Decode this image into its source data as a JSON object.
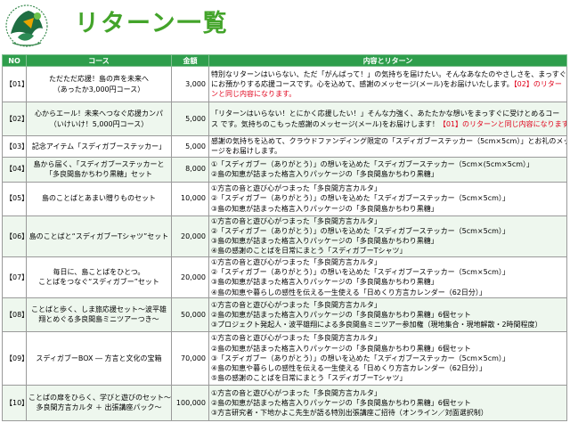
{
  "header": {
    "title": "リターン一覧"
  },
  "table": {
    "columns": [
      "NO",
      "コース",
      "金額",
      "内容とリターン"
    ],
    "rows": [
      {
        "no": "【01】",
        "course": [
          "ただただ応援！島の声を未来へ",
          "（あったか3,000円コース）"
        ],
        "price": "3,000",
        "content": [
          [
            {
              "t": "特別なリターンはいらない、ただ「がんばって！」の気持ちを届けたい。そんなあなたのやさしさを、まっすぐ"
            }
          ],
          [
            {
              "t": "にお預かりする応援コースです。心を込めて、感謝のメッセージ(メール)をお届けいたします。"
            },
            {
              "t": "【02】のリター",
              "red": true
            }
          ],
          [
            {
              "t": "ンと同じ内容になります。",
              "red": true
            }
          ]
        ]
      },
      {
        "no": "【02】",
        "course": [
          "心からエール！未来へつなぐ応援カンパ",
          "（いけいけ！5,000円コース）"
        ],
        "price": "5,000",
        "content": [
          [
            {
              "t": "「リターンはいらない！とにかく応援したい！」そんな力強く、あたたかな想いをまっすぐに受けとめるコー"
            }
          ],
          [
            {
              "t": "ス です。気持ちのこもった感謝のメッセージ(メール)をお届けします！"
            },
            {
              "t": "【01】のリターンと同じ内容になります。",
              "red": true
            }
          ]
        ]
      },
      {
        "no": "【03】",
        "course": [
          "記念アイテム「スディガブーステッカー」"
        ],
        "price": "5,000",
        "content": [
          [
            {
              "t": "感謝の気持ちを込めて、クラウドファンディング限定の「スディガブーステッカー（5cm×5cm）」とお礼のメッセ"
            }
          ],
          [
            {
              "t": "ージをお届けします。"
            }
          ]
        ]
      },
      {
        "no": "【04】",
        "course": [
          "島から届く、「スディガブーステッカーと",
          "「多良間島かちわり黒糖」セット"
        ],
        "price": "8,000",
        "content": [
          [
            {
              "t": "①「スディガブー（ありがとう）」の想いを込めた「スディガブーステッカー（5cm×(5cm×5cm）」"
            }
          ],
          [
            {
              "t": "②島の知恵が詰まった格言入りパッケージの「多良間島かちわり黒糖」"
            }
          ]
        ]
      },
      {
        "no": "【05】",
        "course": [
          "島のことばとあまい贈りものセット"
        ],
        "price": "10,000",
        "content": [
          [
            {
              "t": "①方言の音と遊び心がつまった「多良間方言カルタ」"
            }
          ],
          [
            {
              "t": "②「スディガブー（ありがとう）」の想いを込めた「スディガブーステッカー（5cm×5cm）」"
            }
          ],
          [
            {
              "t": "③島の知恵が詰まった格言入りパッケージの「多良間島かちわり黒糖」"
            }
          ]
        ]
      },
      {
        "no": "【06】",
        "course": [
          "島のことばと“スディガブーTシャツ”セット"
        ],
        "price": "20,000",
        "content": [
          [
            {
              "t": "①方言の音と遊び心がつまった「多良間方言カルタ」"
            }
          ],
          [
            {
              "t": "②「スディガブー（ありがとう）」の想いを込めた「スディガブーステッカー（5cm×5cm）」"
            }
          ],
          [
            {
              "t": "③島の知恵が詰まった格言入りパッケージの「多良間島かちわり黒糖」"
            }
          ],
          [
            {
              "t": "④島の感謝のことばを日常にまとう「スディガブーTシャツ」"
            }
          ]
        ]
      },
      {
        "no": "【07】",
        "course": [
          "毎日に、島ことばをひとつ。",
          "ことばをつなぐ“スディガブー”セット"
        ],
        "price": "20,000",
        "content": [
          [
            {
              "t": "①方言の音と遊び心がつまった「多良間方言カルタ」"
            }
          ],
          [
            {
              "t": "②「スディガブー（ありがとう）」の想いを込めた「スディガブーステッカー（5cm×5cm）」"
            }
          ],
          [
            {
              "t": "③島の知恵が詰まった格言入りパッケージの「多良間島かちわり黒糖」"
            }
          ],
          [
            {
              "t": "④島の知恵や暮らしの感性を伝える一生使える「日めくり方言カレンダー（62日分）」"
            }
          ]
        ]
      },
      {
        "no": "【08】",
        "course": [
          "ことばと歩く、しま旅応援セット〜波平雄",
          "翔とめぐる多良間島ミニツアーつき〜"
        ],
        "price": "50,000",
        "content": [
          [
            {
              "t": "①方言の音と遊び心がつまった「多良間方言カルタ」"
            }
          ],
          [
            {
              "t": "②島の知恵が詰まった格言入りパッケージの「多良間島かちわり黒糖」6個セット"
            }
          ],
          [
            {
              "t": "③プロジェクト発起人・波平雄翔による多良間島ミニツアー参加権（現地集合・現地解散・2時間程度）"
            }
          ]
        ]
      },
      {
        "no": "【09】",
        "course": [
          "スディガブーBOX ― 方言と文化の宝箱"
        ],
        "price": "70,000",
        "content": [
          [
            {
              "t": "①方言の音と遊び心がつまった「多良間方言カルタ」"
            }
          ],
          [
            {
              "t": "②島の知恵が詰まった格言入りパッケージの「多良間島かちわり黒糖」6個セット"
            }
          ],
          [
            {
              "t": "③「スディガブー（ありがとう）」の想いを込めた「スディガブーステッカー（5cm×5cm）」"
            }
          ],
          [
            {
              "t": "④島の知恵や暮らしの感性を伝える一生使える「日めくり方言カレンダー（62日分）」"
            }
          ],
          [
            {
              "t": "⑤島の感謝のことばを日常にまとう「スディガブーTシャツ」"
            }
          ]
        ]
      },
      {
        "no": "【10】",
        "course": [
          "ことばの扉をひらく、学びと遊びのセット〜",
          "多良間方言カルタ ＋ 出張講座パック〜"
        ],
        "price": "100,000",
        "content": [
          [
            {
              "t": "①方言の音と遊び心がつまった「多良間方言カルタ」"
            }
          ],
          [
            {
              "t": "②島の知恵が詰まった格言入りパッケージの「多良間島かちわり黒糖」6個セット"
            }
          ],
          [
            {
              "t": "③方言研究者・下地かよこ先生が語る特別出張講座ご招待（オンライン／対面選択制）"
            }
          ]
        ]
      }
    ]
  }
}
